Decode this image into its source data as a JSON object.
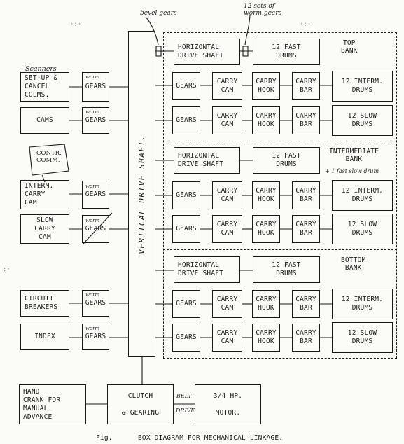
{
  "annotations": {
    "bevel_gears": "bevel gears",
    "worm_gears": "12 sets of\nworm gears",
    "scanners": "Scanners",
    "contr_comm": "CONTR.\nCOMM.",
    "intermediate_extra": "+ 1 fast slow drum"
  },
  "left_column": {
    "setup": "SET-UP &\nCANCEL\nCOLMS.",
    "cams": "CAMS",
    "interm_carry_cam": "INTERM.\nCARRY\nCAM",
    "slow_carry_cam": "SLOW\nCARRY\nCAM",
    "circuit_breakers": "CIRCUIT\nBREAKERS",
    "index": "INDEX"
  },
  "left_gears": {
    "g1": "GEARS",
    "g2": "GEARS",
    "g3": "GEARS",
    "g4": "GEARS",
    "g5": "GEARS",
    "g6": "GEARS",
    "worm_tag": "worm"
  },
  "vertical_shaft": "VERTICAL DRIVE SHAFT.",
  "banks": {
    "top": "TOP\nBANK",
    "intermediate": "INTERMEDIATE\nBANK",
    "bottom": "BOTTOM\nBANK"
  },
  "right": {
    "horizontal_shaft": "HORIZONTAL\nDRIVE SHAFT",
    "fast_drums": "12 FAST\nDRUMS",
    "gears": "GEARS",
    "carry_cam": "CARRY\nCAM",
    "carry_hook": "CARRY\nHOOK",
    "carry_bar": "CARRY\nBAR",
    "interm_drums": "12 INTERM.\nDRUMS",
    "slow_drums": "12 SLOW\nDRUMS"
  },
  "bottom": {
    "hand_crank": "HAND\nCRANK FOR\nMANUAL\nADVANCE",
    "clutch": "CLUTCH\n\n& GEARING",
    "belt": "BELT",
    "drive": "DRIVE",
    "motor": "3/4 HP.\n\nMOTOR."
  },
  "caption": {
    "fig": "Fig.",
    "title": "BOX DIAGRAM FOR MECHANICAL LINKAGE."
  },
  "smudges": {
    "a": "·:·",
    "b": "·:·",
    "c": ":·"
  }
}
